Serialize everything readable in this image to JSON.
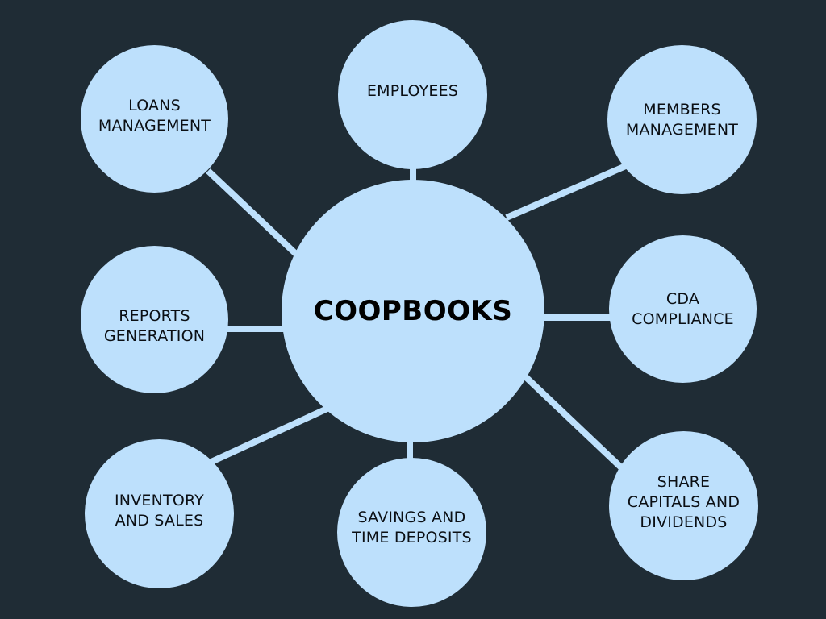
{
  "center": {
    "label": "COOPBOOKS"
  },
  "nodes": {
    "employees": "EMPLOYEES",
    "loans": "LOANS\nMANAGEMENT",
    "members": "MEMBERS\nMANAGEMENT",
    "reports": "REPORTS\nGENERATION",
    "cda": "CDA\nCOMPLIANCE",
    "inventory": "INVENTORY\nAND SALES",
    "savings": "SAVINGS AND\nTIME DEPOSITS",
    "share": "SHARE\nCAPITALS AND\nDIVIDENDS"
  },
  "colors": {
    "background": "#1f2c35",
    "node_fill": "#bde0fc",
    "connector": "#bde0fc",
    "text": "#0b0f14"
  }
}
